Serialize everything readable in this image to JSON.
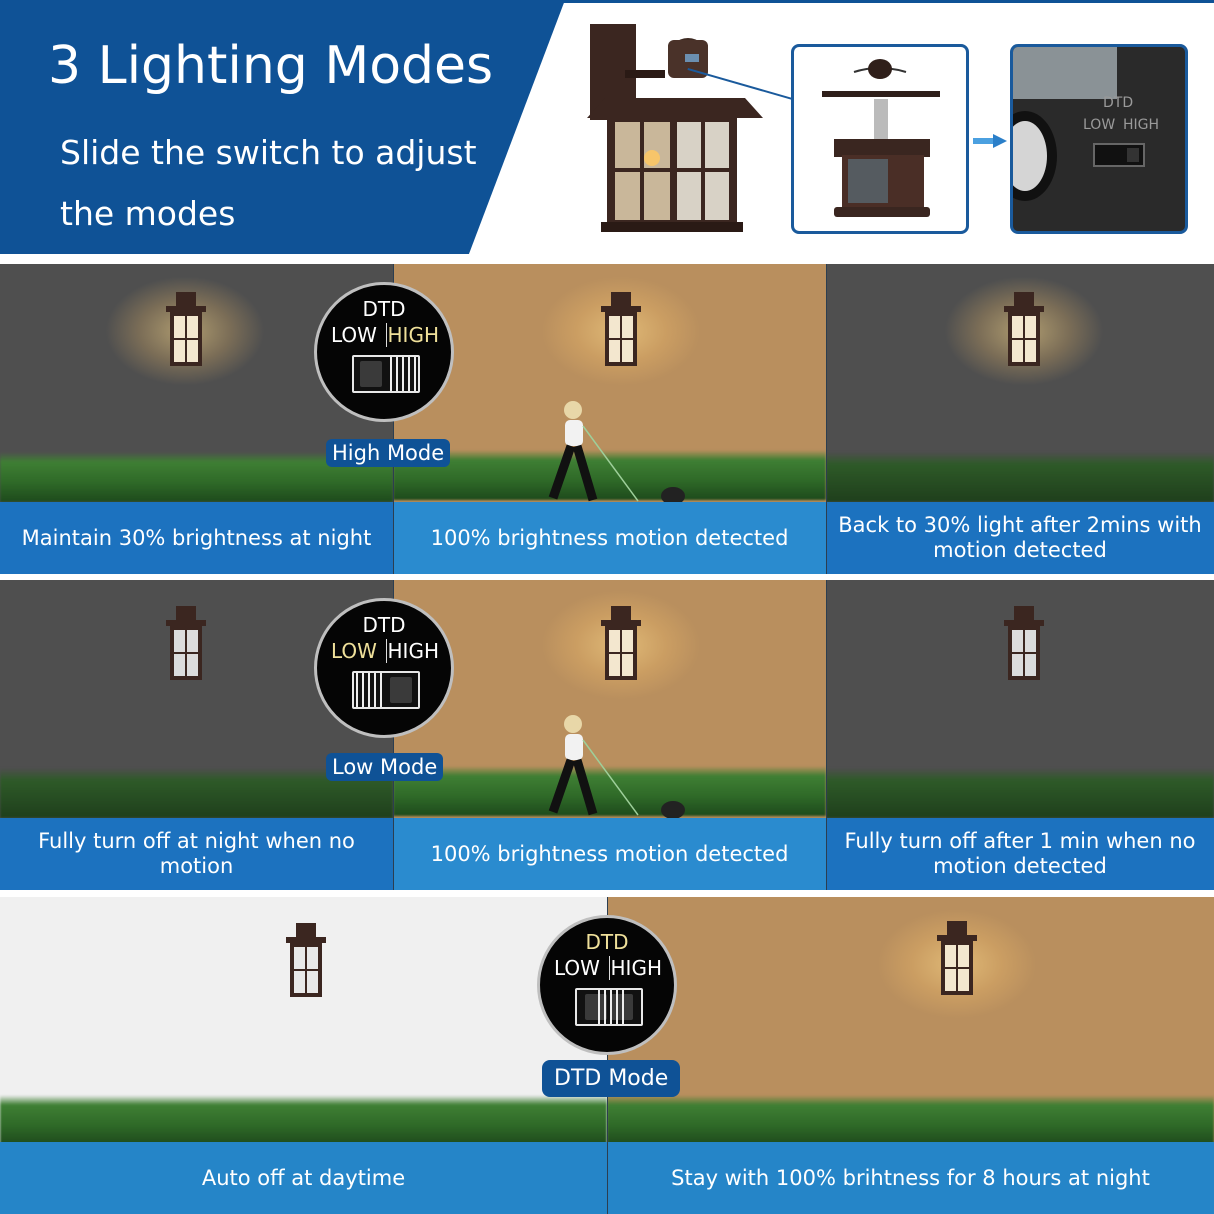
{
  "header": {
    "title": "3 Lighting Modes",
    "subtitle": "Slide the switch to adjust the modes",
    "switch_photo": {
      "label_top": "DTD",
      "label_left": "LOW",
      "label_right": "HIGH"
    }
  },
  "dial_labels": {
    "top": "DTD",
    "left": "LOW",
    "right": "HIGH"
  },
  "modes": [
    {
      "name": "High Mode",
      "active_position": "HIGH",
      "panels": [
        {
          "scene": "night-dim",
          "caption": "Maintain 30% brightness at night"
        },
        {
          "scene": "motion-lit",
          "caption": "100% brightness  motion detected"
        },
        {
          "scene": "night-dim",
          "caption": "Back to 30% light after 2mins with motion detected"
        }
      ]
    },
    {
      "name": "Low Mode",
      "active_position": "LOW",
      "panels": [
        {
          "scene": "night-off",
          "caption": "Fully turn off at night when no motion"
        },
        {
          "scene": "motion-lit",
          "caption": "100% brightness  motion detected"
        },
        {
          "scene": "night-off",
          "caption": "Fully turn off after 1 min when no motion detected"
        }
      ]
    },
    {
      "name": "DTD Mode",
      "active_position": "DTD",
      "panels": [
        {
          "scene": "daytime-off",
          "caption": "Auto off at daytime"
        },
        {
          "scene": "night-full",
          "caption": "Stay with 100% brihtness for 8 hours at night"
        }
      ]
    }
  ],
  "colors": {
    "brand_blue": "#0f5296",
    "caption_blue": "#1c72bf",
    "active_label": "#efe09a",
    "night_bg": "#4f4f4f",
    "lit_bg": "#b98f5e",
    "day_bg": "#f0f0f0"
  }
}
